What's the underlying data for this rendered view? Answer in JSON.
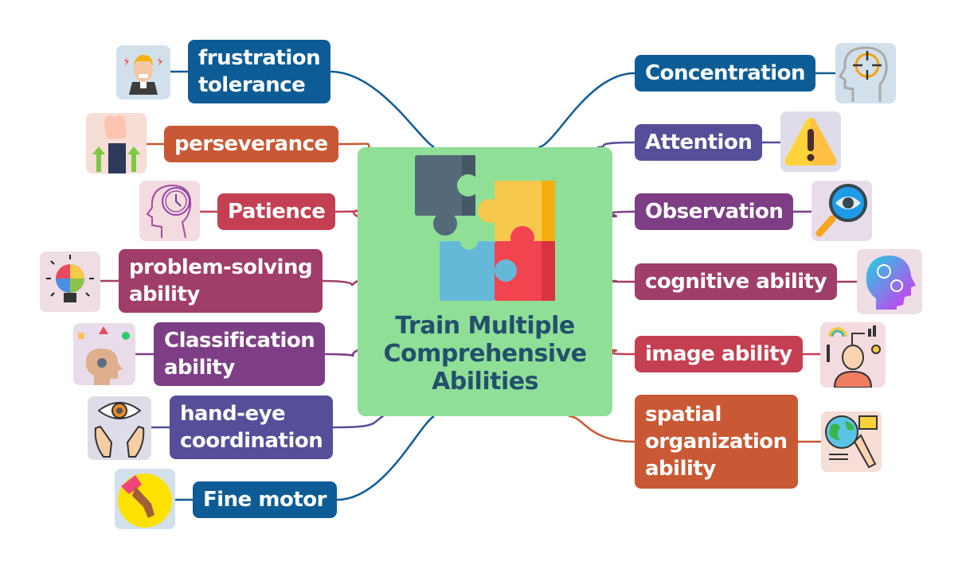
{
  "center": {
    "title_lines": [
      "Train Multiple",
      "Comprehensive",
      "Abilities"
    ],
    "icon": "puzzle-pieces-icon",
    "color": "#8fdf97",
    "text_color": "#23506d"
  },
  "left_branches": [
    {
      "label_lines": [
        "frustration",
        "tolerance"
      ],
      "color": "#0d5c96",
      "icon": "frustrated-person-icon",
      "tile": "#d2e0ec"
    },
    {
      "label_lines": [
        "perseverance"
      ],
      "color": "#c95834",
      "icon": "raised-fist-arrows-icon",
      "tile": "#f6ddd5"
    },
    {
      "label_lines": [
        "Patience"
      ],
      "color": "#c43f52",
      "icon": "head-clock-icon",
      "tile": "#f4dbdf"
    },
    {
      "label_lines": [
        "problem-solving",
        "ability"
      ],
      "color": "#a03d68",
      "icon": "lightbulb-puzzle-icon",
      "tile": "#eedde5"
    },
    {
      "label_lines": [
        "Classification",
        "ability"
      ],
      "color": "#7d3e86",
      "icon": "head-gear-shapes-icon",
      "tile": "#e8dcea"
    },
    {
      "label_lines": [
        "hand-eye",
        "coordination"
      ],
      "color": "#554e98",
      "icon": "hands-eye-icon",
      "tile": "#dfdcea"
    },
    {
      "label_lines": [
        "Fine motor"
      ],
      "color": "#0d5c96",
      "icon": "hand-pinch-icon",
      "tile": "#d2e0ec"
    }
  ],
  "right_branches": [
    {
      "label_lines": [
        "Concentration"
      ],
      "color": "#0d5c96",
      "icon": "head-focus-icon",
      "tile": "#d2e0ec"
    },
    {
      "label_lines": [
        "Attention"
      ],
      "color": "#554e98",
      "icon": "warning-icon",
      "tile": "#dfdcea"
    },
    {
      "label_lines": [
        "Observation"
      ],
      "color": "#7d3e86",
      "icon": "magnifier-eye-icon",
      "tile": "#e8dcea"
    },
    {
      "label_lines": [
        "cognitive ability"
      ],
      "color": "#a03d68",
      "icon": "head-gears-icon",
      "tile": "#eedde5"
    },
    {
      "label_lines": [
        "image ability"
      ],
      "color": "#c43f52",
      "icon": "imagination-person-icon",
      "tile": "#f4dbdf"
    },
    {
      "label_lines": [
        "spatial",
        "organization",
        "ability"
      ],
      "color": "#c95834",
      "icon": "globe-hand-icon",
      "tile": "#f6ddd5"
    }
  ]
}
